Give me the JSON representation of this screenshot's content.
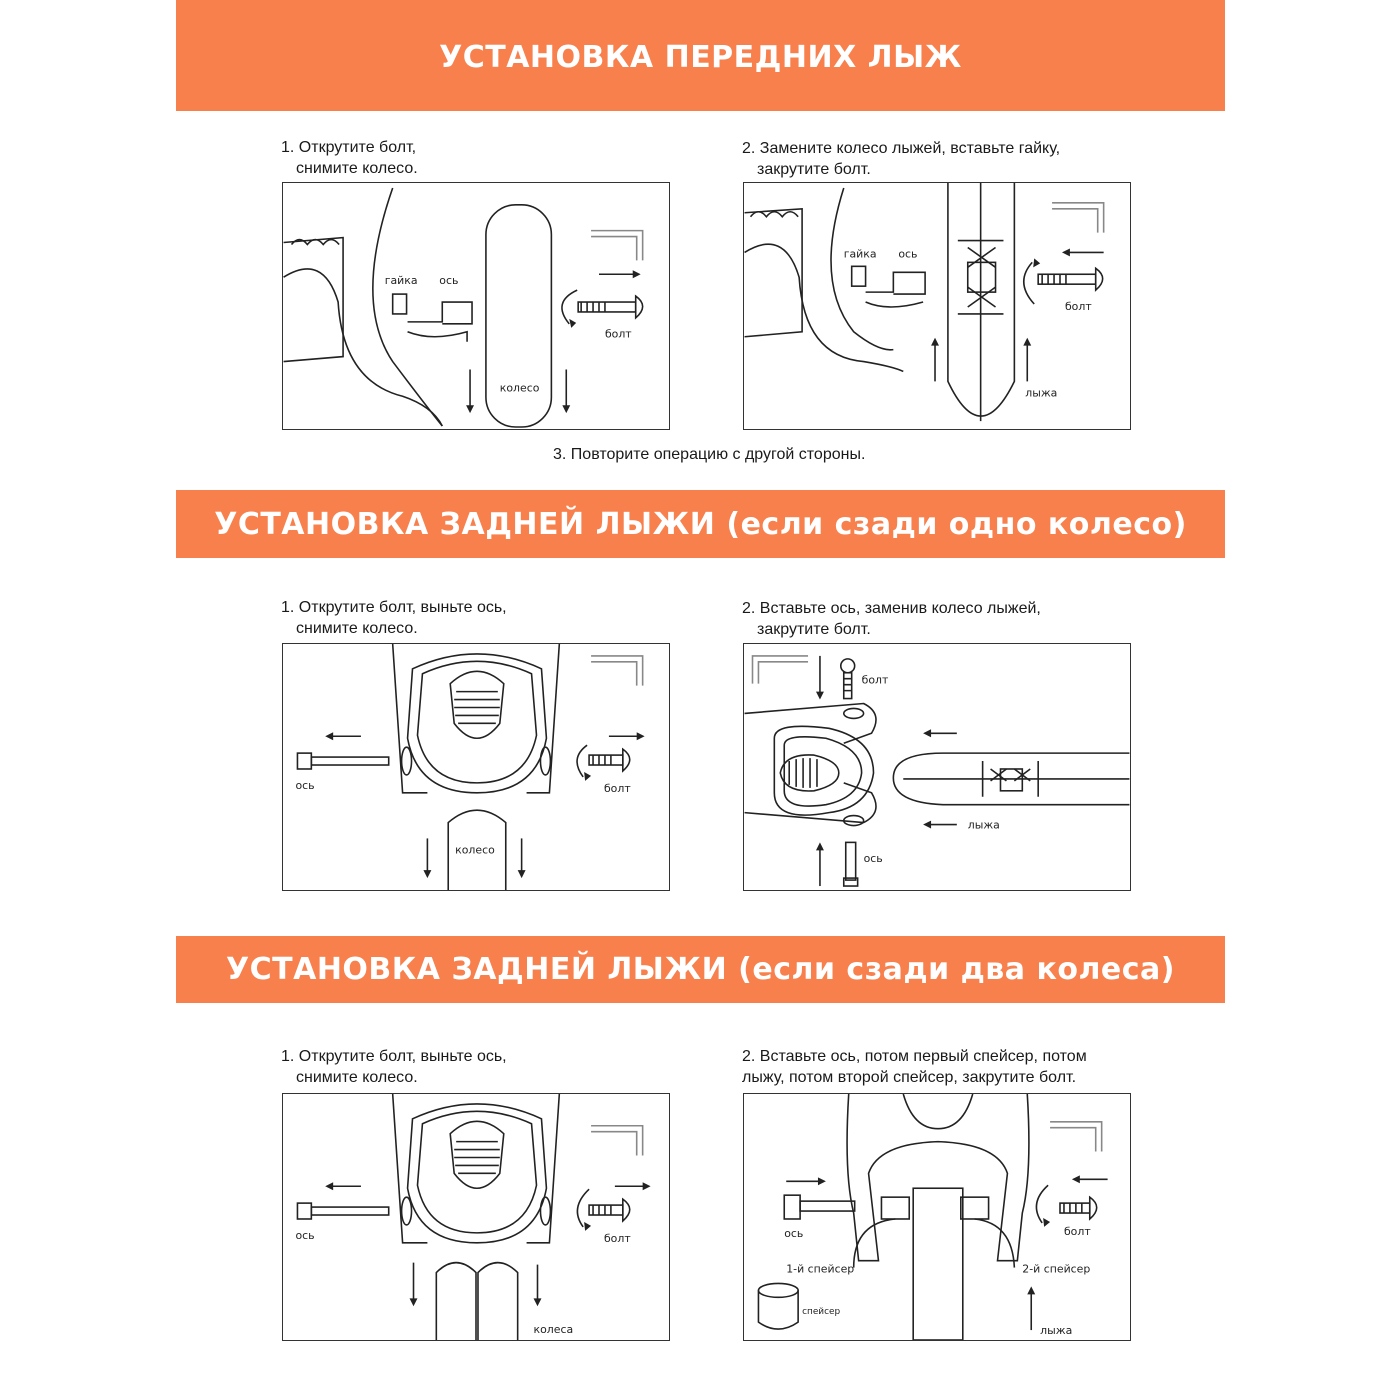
{
  "colors": {
    "banner": "#f7804d",
    "banner_text": "#ffffff"
  },
  "sections": [
    {
      "title": "УСТАНОВКА ПЕРЕДНИХ ЛЫЖ",
      "steps": [
        {
          "line1": "1. Открутите болт,",
          "line2": "снимите колесо.",
          "labels": {
            "nut": "гайка",
            "axle": "ось",
            "bolt": "болт",
            "wheel": "колесо"
          }
        },
        {
          "line1": "2. Замените колесо лыжей, вставьте гайку,",
          "line2": "закрутите болт.",
          "labels": {
            "nut": "гайка",
            "axle": "ось",
            "bolt": "болт",
            "ski": "лыжа"
          }
        }
      ],
      "note": "3. Повторите операцию с другой стороны."
    },
    {
      "title": "УСТАНОВКА ЗАДНЕЙ ЛЫЖИ (если сзади одно колесо)",
      "steps": [
        {
          "line1": "1. Открутите болт, выньте ось,",
          "line2": "снимите колесо.",
          "labels": {
            "axle": "ось",
            "bolt": "болт",
            "wheel": "колесо"
          }
        },
        {
          "line1": "2. Вставьте ось, заменив колесо лыжей,",
          "line2": "закрутите болт.",
          "labels": {
            "bolt": "болт",
            "ski": "лыжа",
            "axle": "ось"
          }
        }
      ]
    },
    {
      "title": "УСТАНОВКА ЗАДНЕЙ ЛЫЖИ (если сзади два колеса)",
      "steps": [
        {
          "line1": "1. Открутите болт, выньте ось,",
          "line2": "снимите колесо.",
          "labels": {
            "axle": "ось",
            "bolt": "болт",
            "wheels": "колеса"
          }
        },
        {
          "line1": "2. Вставьте ось, потом первый спейсер, потом",
          "line2": "лыжу, потом второй спейсер, закрутите болт.",
          "labels": {
            "axle": "ось",
            "bolt": "болт",
            "spacer1": "1-й спейсер",
            "spacer2": "2-й спейсер",
            "spacer": "спейсер",
            "ski": "лыжа"
          }
        }
      ]
    }
  ]
}
